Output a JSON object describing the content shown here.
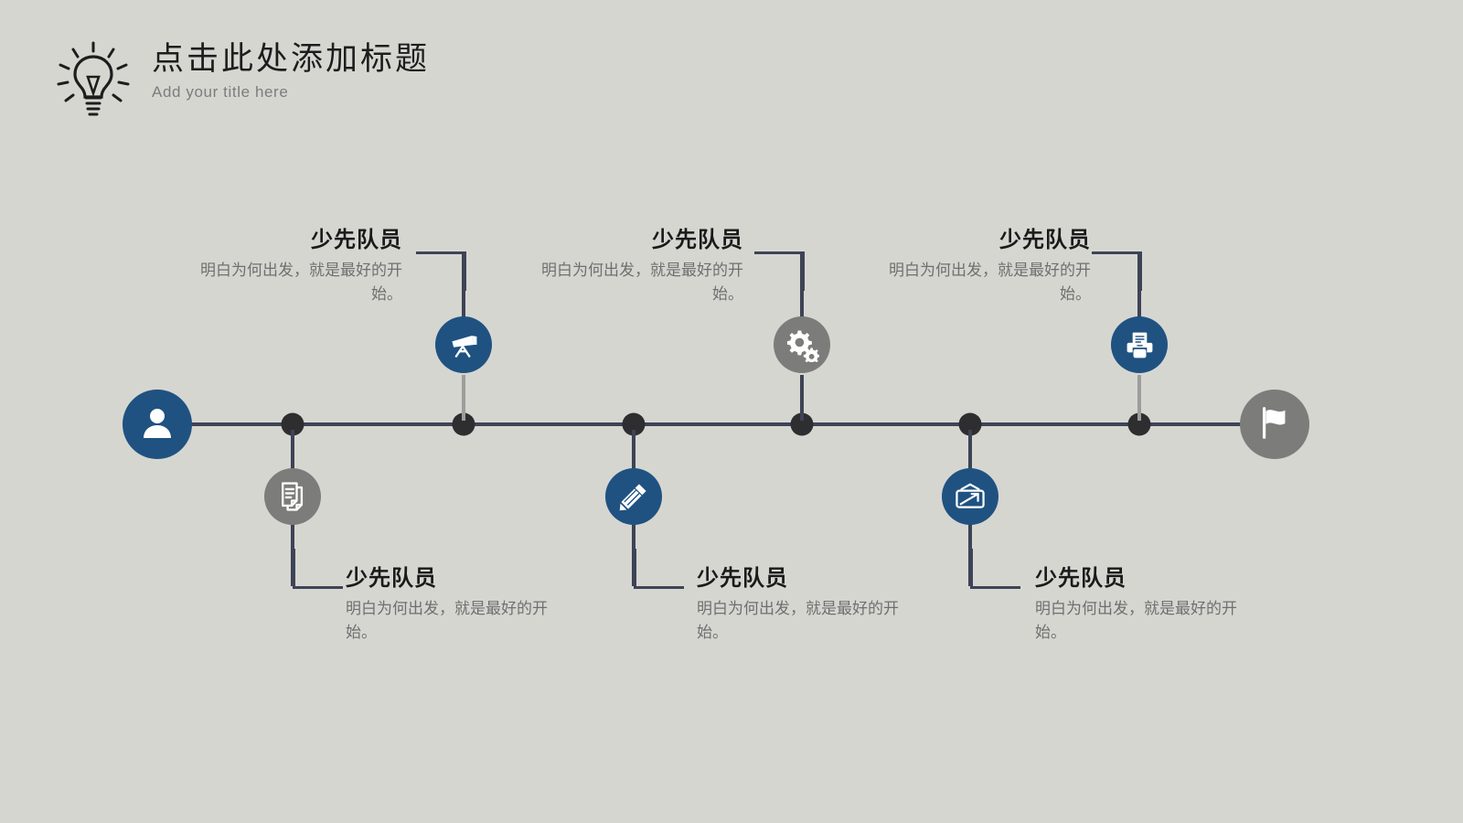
{
  "slide": {
    "background_color": "#d6d6d1",
    "accent_blue": "#1f5281",
    "accent_gray": "#7c7c7a",
    "line_color": "#3e4356",
    "dot_color": "#2e2e30"
  },
  "header": {
    "icon": "lightbulb-icon",
    "title_cn": "点击此处添加标题",
    "title_en": "Add your title here"
  },
  "timeline": {
    "start_icon": "user-icon",
    "end_icon": "flag-icon",
    "nodes": [
      {
        "icon": "documents-icon",
        "icon_color": "gray",
        "position": "bottom",
        "heading": "少先队员",
        "body": "明白为何出发，就是最好的开始。"
      },
      {
        "icon": "telescope-icon",
        "icon_color": "blue",
        "position": "top",
        "heading": "少先队员",
        "body": "明白为何出发，就是最好的开始。"
      },
      {
        "icon": "pencil-icon",
        "icon_color": "blue",
        "position": "bottom",
        "heading": "少先队员",
        "body": "明白为何出发，就是最好的开始。"
      },
      {
        "icon": "gears-icon",
        "icon_color": "gray",
        "position": "top",
        "heading": "少先队员",
        "body": "明白为何出发，就是最好的开始。"
      },
      {
        "icon": "presentation-board-icon",
        "icon_color": "blue",
        "position": "bottom",
        "heading": "少先队员",
        "body": "明白为何出发，就是最好的开始。"
      },
      {
        "icon": "printer-icon",
        "icon_color": "blue",
        "position": "top",
        "heading": "少先队员",
        "body": "明白为何出发，就是最好的开始。"
      }
    ]
  }
}
